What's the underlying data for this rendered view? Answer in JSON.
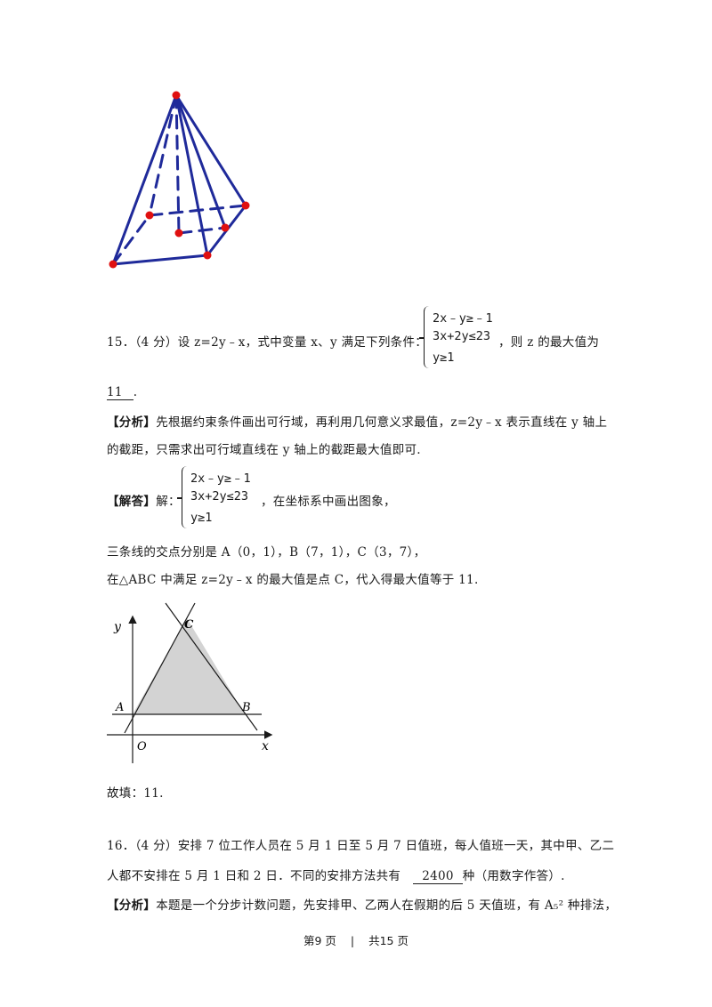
{
  "q15": {
    "line1_prefix": "15．（4 分）设 z=2y﹣x，式中变量 x、y 满足下列条件：",
    "system": [
      "2x﹣y≥﹣1",
      "3x+2y≤23",
      "y≥1"
    ],
    "line1_suffix": "，则 z 的最大值为",
    "answer": "11",
    "answer_end": ".",
    "analysis_label": "【分析】",
    "analysis_line1": "先根据约束条件画出可行域，再利用几何意义求最值，z=2y﹣x 表示直线在 y 轴上",
    "analysis_line2": "的截距，只需求出可行域直线在 y 轴上的截距最大值即可.",
    "solution_label": "【解答】",
    "solution_prefix": "解：",
    "solution_suffix": "，在坐标系中画出图象，",
    "intersection": "三条线的交点分别是 A（0，1），B（7，1），C（3，7），",
    "conclusion": "在△ABC 中满足 z=2y﹣x 的最大值是点 C，代入得最大值等于 11.",
    "fill": "故填：11."
  },
  "graph": {
    "y_label": "y",
    "x_label": "x",
    "origin_label": "O",
    "point_a": "A",
    "point_b": "B",
    "point_c": "C",
    "fill_color": "#d3d3d3"
  },
  "pyramid": {
    "line_color": "#1f2a9a",
    "vertex_color": "#e01010"
  },
  "q16": {
    "line1": "16．（4 分）安排 7 位工作人员在 5 月 1 日至 5 月 7 日值班，每人值班一天，其中甲、乙二",
    "line2_prefix": "人都不安排在 5 月 1 日和 2 日．不同的安排方法共有",
    "answer": "2400",
    "line2_suffix": "种（用数字作答）.",
    "analysis_label": "【分析】",
    "analysis_text": "本题是一个分步计数问题，先安排甲、乙两人在假期的后 5 天值班，有 A₅² 种排法，"
  },
  "footer": {
    "page": "第9 页",
    "separator": "|",
    "total": "共15 页"
  }
}
